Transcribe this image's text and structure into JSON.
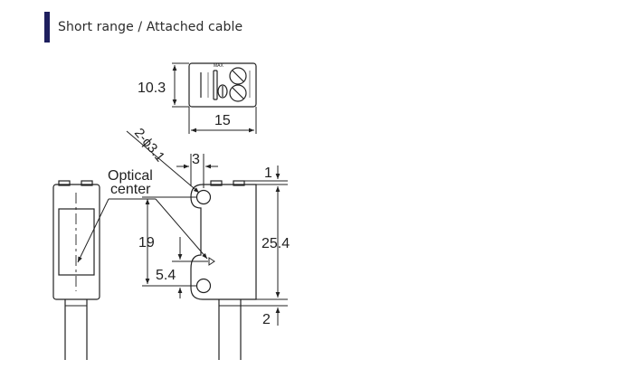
{
  "header": {
    "title": "Short range / Attached cable"
  },
  "diagram": {
    "dim_top_height": "10.3",
    "dim_top_width": "15",
    "dim_hole": "2-ϕ3.1",
    "dim_hole_offset": "3",
    "dim_top_margin": "1",
    "dim_body_height": "25.4",
    "dim_bottom_margin": "2",
    "dim_optical_19": "19",
    "dim_optical_5_4": "5.4",
    "label_optical": "Optical",
    "label_center": "center"
  }
}
